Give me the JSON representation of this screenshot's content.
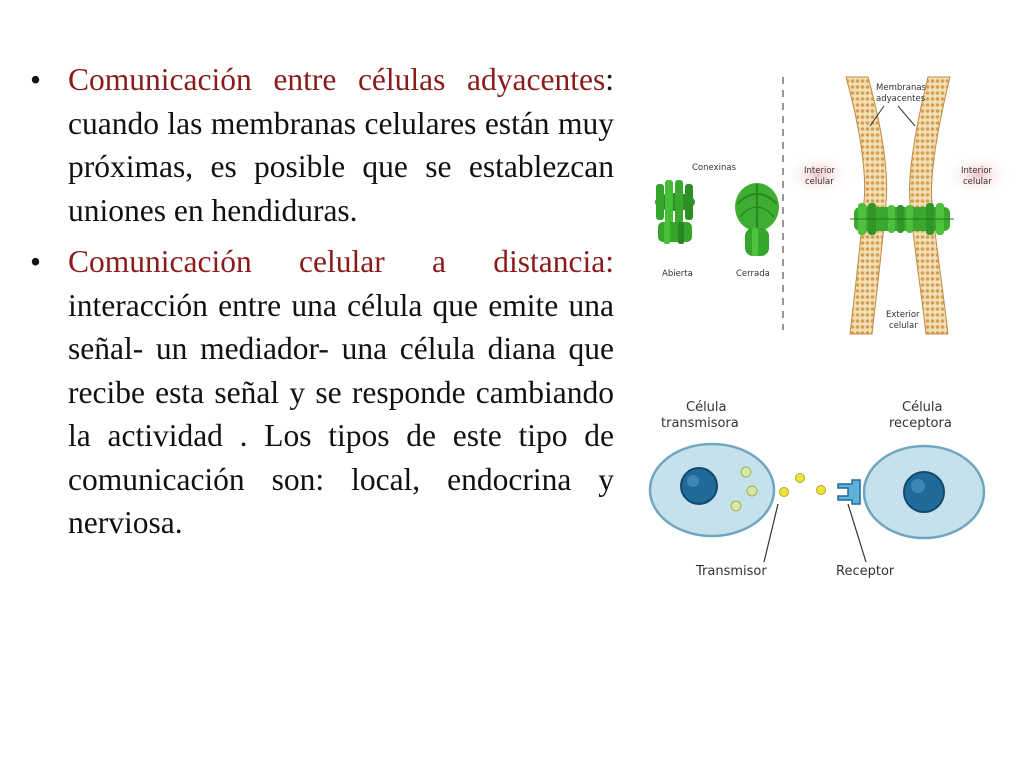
{
  "colors": {
    "term": "#8b1a1a",
    "text": "#111111",
    "connexin": "#35a52c",
    "membrane": "#d8a862",
    "cell": "#bcd9e6",
    "nucleus": "#1f6a98",
    "signal": "#e8d633"
  },
  "bullets": [
    {
      "term": "Comunicación entre células adyacentes",
      "text": ": cuando las membranas celulares están muy próximas, es posible que se establezcan uniones en hendiduras."
    },
    {
      "term": "Comunicación celular a distancia:",
      "text": " interacción entre una célula que emite una señal- un mediador- una célula diana que recibe esta señal y se responde cambiando la actividad . Los tipos de este tipo de comunicación son: local, endocrina y nerviosa."
    }
  ],
  "figure_gap": {
    "conexinas": "Conexinas",
    "abierta": "Abierta",
    "cerrada": "Cerrada",
    "membranas": [
      "Membranas",
      "adyacentes"
    ],
    "interior_left": [
      "Interior",
      "celular"
    ],
    "interior_right": [
      "Interior",
      "celular"
    ],
    "exterior": [
      "Exterior",
      "celular"
    ]
  },
  "figure_signal": {
    "transmisora": [
      "Célula",
      "transmisora"
    ],
    "receptora": [
      "Célula",
      "receptora"
    ],
    "transmisor": "Transmisor",
    "receptor": "Receptor"
  }
}
